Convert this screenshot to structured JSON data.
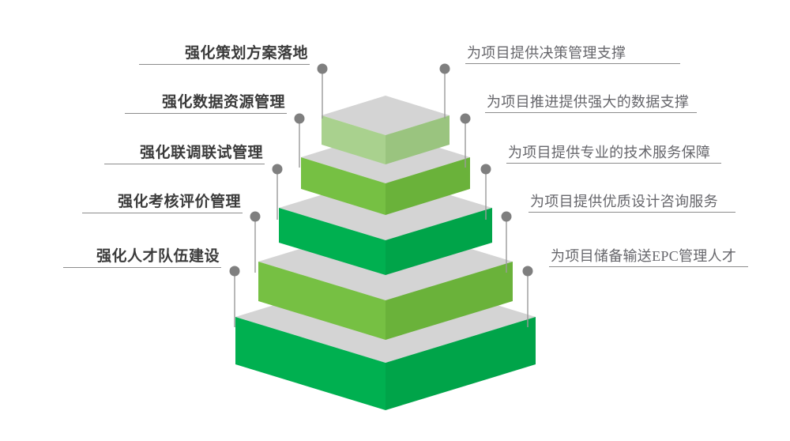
{
  "diagram": {
    "title": "",
    "type": "isometric-layered-pyramid",
    "colors": {
      "top_face": "#d4d4d4",
      "top_face_shade": "#c9c9c9",
      "pale_green": "#a9d18e",
      "pale_green_dark": "#9ac47f",
      "bright_green": "#76c043",
      "bright_green_dark": "#6ab23a",
      "deep_green": "#00b050",
      "deep_green_dark": "#00a449",
      "connector": "#7f7f7f",
      "rule": "#8c8c8c",
      "left_text": "#3b3b3b",
      "right_text": "#66666b",
      "background": "#ffffff"
    },
    "layers": [
      {
        "index": 1,
        "position": "top",
        "side_color": "#a9d18e",
        "top_color": "#d4d4d4"
      },
      {
        "index": 2,
        "position": "second",
        "side_color": "#76c043",
        "top_color": "#d4d4d4"
      },
      {
        "index": 3,
        "position": "third",
        "side_color": "#00b050",
        "top_color": "#d4d4d4"
      },
      {
        "index": 4,
        "position": "fourth",
        "side_color": "#76c043",
        "top_color": "#d4d4d4"
      },
      {
        "index": 5,
        "position": "bottom",
        "side_color": "#00b050",
        "top_color": "#d4d4d4"
      }
    ]
  },
  "left_labels": [
    {
      "id": 1,
      "text": "强化策划方案落地"
    },
    {
      "id": 2,
      "text": "强化数据资源管理"
    },
    {
      "id": 3,
      "text": "强化联调联试管理"
    },
    {
      "id": 4,
      "text": "强化考核评价管理"
    },
    {
      "id": 5,
      "text": "强化人才队伍建设"
    }
  ],
  "right_labels": [
    {
      "id": 1,
      "text": "为项目提供决策管理支撑"
    },
    {
      "id": 2,
      "text": "为项目推进提供强大的数据支撑"
    },
    {
      "id": 3,
      "text": "为项目提供专业的技术服务保障"
    },
    {
      "id": 4,
      "text": "为项目提供优质设计咨询服务"
    },
    {
      "id": 5,
      "text": "为项目储备输送EPC管理人才"
    }
  ]
}
